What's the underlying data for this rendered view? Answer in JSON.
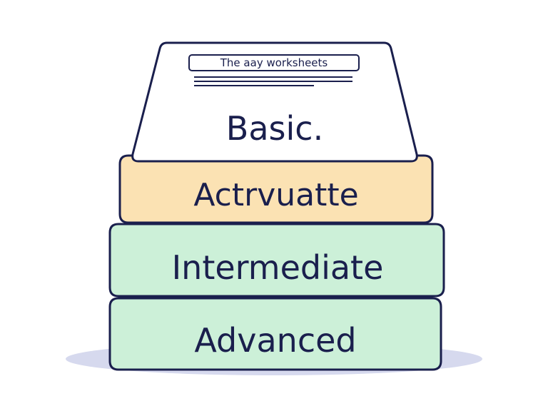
{
  "worksheet": {
    "header_label": "The aay worksheets",
    "title": "Basic."
  },
  "levels": [
    {
      "label": "Actrvuatte",
      "color": "#fbe2b3"
    },
    {
      "label": "Intermediate",
      "color": "#ccf0d8"
    },
    {
      "label": "Advanced",
      "color": "#ccf0d8"
    }
  ],
  "colors": {
    "outline": "#1a1f4d",
    "shadow": "#d6d9ee",
    "paper": "#ffffff"
  }
}
